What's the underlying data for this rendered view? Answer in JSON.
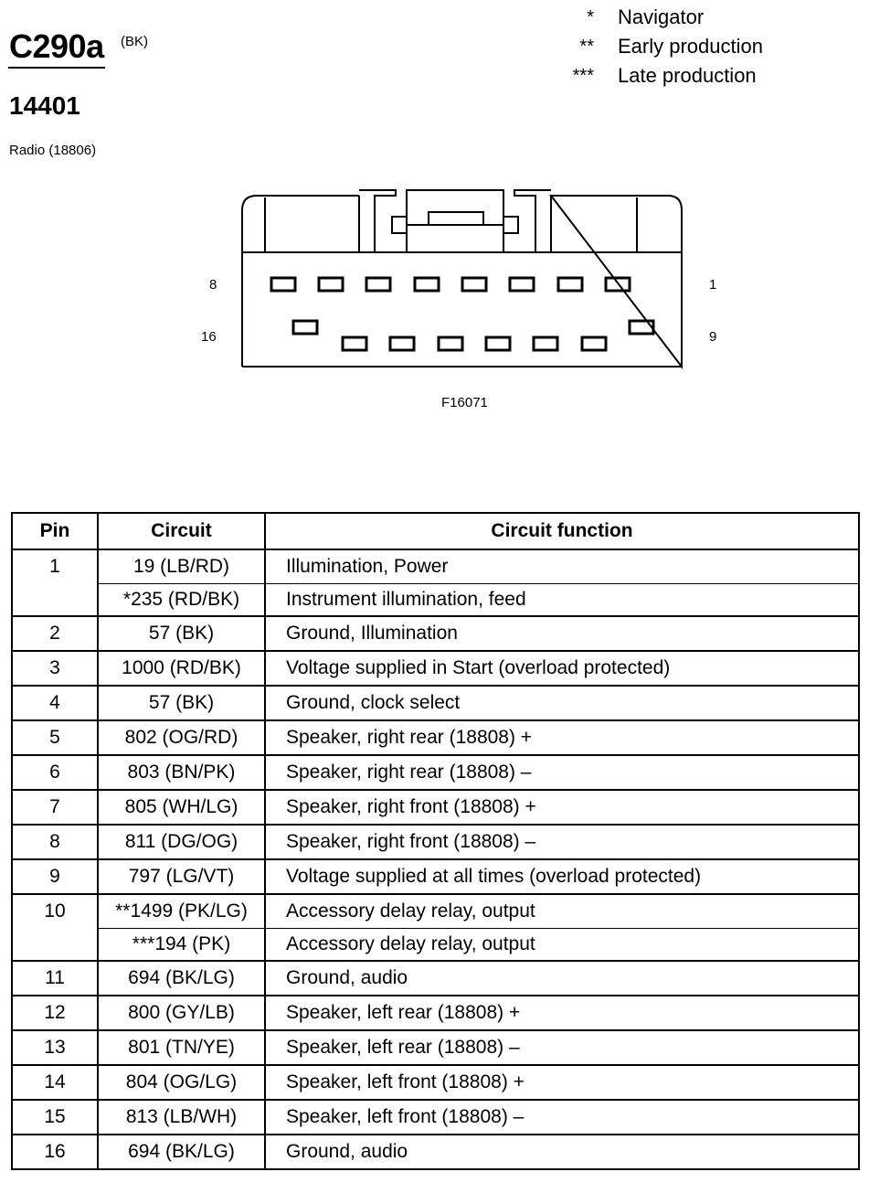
{
  "header": {
    "connector_id": "C290a",
    "connector_color": "(BK)",
    "part_number": "14401",
    "component": "Radio (18806)"
  },
  "legend": [
    {
      "symbol": "*",
      "text": "Navigator"
    },
    {
      "symbol": "**",
      "text": "Early production"
    },
    {
      "symbol": "***",
      "text": "Late production"
    }
  ],
  "diagram": {
    "pin_labels": {
      "top_left": "8",
      "top_right": "1",
      "bottom_left": "16",
      "bottom_right": "9"
    },
    "figure_id": "F16071"
  },
  "table": {
    "headers": {
      "pin": "Pin",
      "circuit": "Circuit",
      "function": "Circuit function"
    },
    "rows": [
      {
        "pin": "1",
        "entries": [
          {
            "circuit": "19 (LB/RD)",
            "function": "Illumination, Power"
          },
          {
            "circuit": "*235 (RD/BK)",
            "function": "Instrument illumination, feed"
          }
        ]
      },
      {
        "pin": "2",
        "entries": [
          {
            "circuit": "57 (BK)",
            "function": "Ground, Illumination"
          }
        ]
      },
      {
        "pin": "3",
        "entries": [
          {
            "circuit": "1000 (RD/BK)",
            "function": "Voltage supplied in Start (overload protected)"
          }
        ]
      },
      {
        "pin": "4",
        "entries": [
          {
            "circuit": "57 (BK)",
            "function": "Ground, clock select"
          }
        ]
      },
      {
        "pin": "5",
        "entries": [
          {
            "circuit": "802 (OG/RD)",
            "function": "Speaker, right rear (18808) +"
          }
        ]
      },
      {
        "pin": "6",
        "entries": [
          {
            "circuit": "803 (BN/PK)",
            "function": "Speaker, right rear (18808) –"
          }
        ]
      },
      {
        "pin": "7",
        "entries": [
          {
            "circuit": "805 (WH/LG)",
            "function": "Speaker, right front (18808) +"
          }
        ]
      },
      {
        "pin": "8",
        "entries": [
          {
            "circuit": "811 (DG/OG)",
            "function": "Speaker, right front (18808) –"
          }
        ]
      },
      {
        "pin": "9",
        "entries": [
          {
            "circuit": "797 (LG/VT)",
            "function": "Voltage supplied at all times (overload protected)"
          }
        ]
      },
      {
        "pin": "10",
        "entries": [
          {
            "circuit": "**1499 (PK/LG)",
            "function": "Accessory delay relay, output"
          },
          {
            "circuit": "***194 (PK)",
            "function": "Accessory delay relay, output"
          }
        ]
      },
      {
        "pin": "11",
        "entries": [
          {
            "circuit": "694 (BK/LG)",
            "function": "Ground, audio"
          }
        ]
      },
      {
        "pin": "12",
        "entries": [
          {
            "circuit": "800 (GY/LB)",
            "function": "Speaker, left rear (18808) +"
          }
        ]
      },
      {
        "pin": "13",
        "entries": [
          {
            "circuit": "801 (TN/YE)",
            "function": "Speaker, left rear (18808) –"
          }
        ]
      },
      {
        "pin": "14",
        "entries": [
          {
            "circuit": "804 (OG/LG)",
            "function": "Speaker, left front (18808) +"
          }
        ]
      },
      {
        "pin": "15",
        "entries": [
          {
            "circuit": "813 (LB/WH)",
            "function": "Speaker, left front (18808) –"
          }
        ]
      },
      {
        "pin": "16",
        "entries": [
          {
            "circuit": "694 (BK/LG)",
            "function": "Ground, audio"
          }
        ]
      }
    ]
  }
}
